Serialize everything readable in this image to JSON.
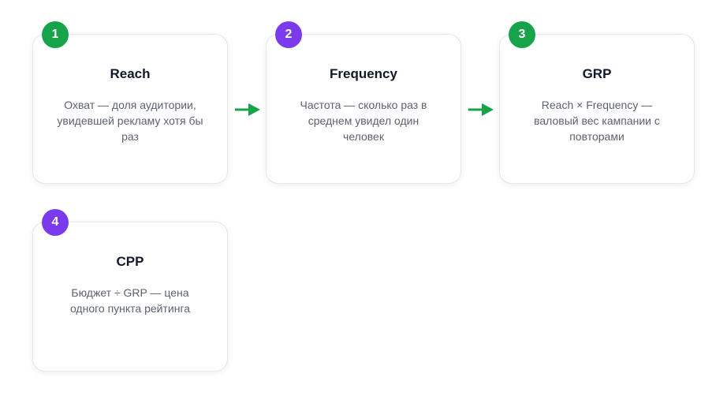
{
  "steps": [
    {
      "number": "1",
      "title": "Reach",
      "description": "Охват — доля аудитории, увидевшей рекламу хотя бы раз",
      "badge_color": "#16a34a"
    },
    {
      "number": "2",
      "title": "Frequency",
      "description": "Частота — сколько раз в среднем увидел один человек",
      "badge_color": "#7c3aed"
    },
    {
      "number": "3",
      "title": "GRP",
      "description": "Reach × Frequency — валовый вес кампании с повторами",
      "badge_color": "#16a34a"
    },
    {
      "number": "4",
      "title": "CPP",
      "description": "Бюджет ÷ GRP — цена одного пункта рейтинга",
      "badge_color": "#7c3aed"
    }
  ],
  "arrow_color": "#16a34a"
}
